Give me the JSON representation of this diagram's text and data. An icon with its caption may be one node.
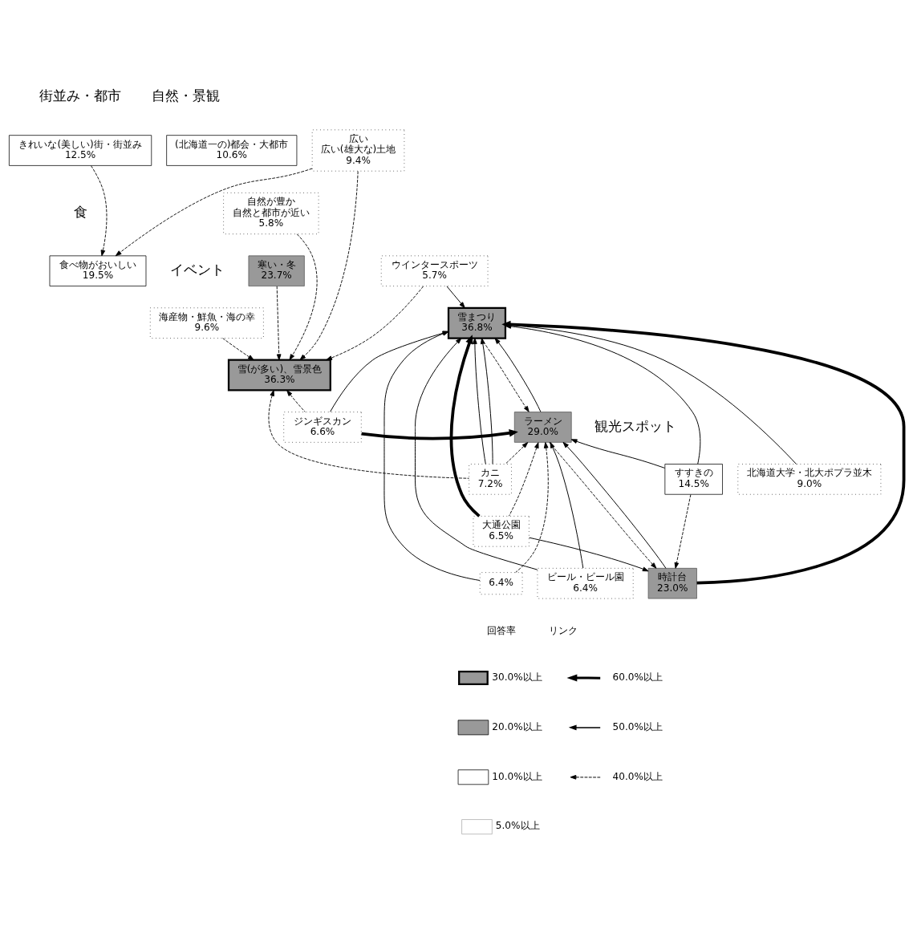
{
  "diagram": {
    "nodes": [
      {
        "text": [
          "きれいな(美しい)街・街並み",
          "12.5%"
        ]
      },
      {
        "text": [
          "(北海道一の)都会・大都市",
          "10.6%"
        ]
      },
      {
        "text": [
          "広い",
          "広い(雄大な)土地",
          "9.4%"
        ]
      },
      {
        "text": [
          "自然が豊か",
          "自然と都市が近い",
          "5.8%"
        ]
      },
      {
        "text": [
          "食べ物がおいしい",
          "19.5%"
        ]
      },
      {
        "text": [
          "寒い・冬",
          "23.7%"
        ]
      },
      {
        "text": [
          "ウインタースポーツ",
          "5.7%"
        ]
      },
      {
        "text": [
          "海産物・鮮魚・海の幸",
          "9.6%"
        ]
      },
      {
        "text": [
          "雪まつり",
          "36.8%"
        ]
      },
      {
        "text": [
          "雪(が多い)、雪景色",
          "36.3%"
        ]
      },
      {
        "text": [
          "ジンギスカン",
          "6.6%"
        ]
      },
      {
        "text": [
          "ラーメン",
          "29.0%"
        ]
      },
      {
        "text": [
          "すすきの",
          "14.5%"
        ]
      },
      {
        "text": [
          "北海道大学・北大ポプラ並木",
          "9.0%"
        ]
      },
      {
        "text": [
          "カニ",
          "7.2%"
        ]
      },
      {
        "text": [
          "大通公園",
          "6.5%"
        ]
      },
      {
        "text": [
          "6.4%"
        ]
      },
      {
        "text": [
          "ビール・ビール園",
          "6.4%"
        ]
      },
      {
        "text": [
          "時計台",
          "23.0%"
        ]
      }
    ],
    "edges": [
      {
        "from": 0,
        "to": 4,
        "arrow": "to",
        "style": "dashed"
      },
      {
        "from": 2,
        "to": 4,
        "arrow": "to",
        "style": "dashed"
      },
      {
        "from": 7,
        "to": 9,
        "arrow": "to",
        "style": "dashed"
      },
      {
        "from": 3,
        "to": 9,
        "arrow": "to",
        "style": "dashed"
      },
      {
        "from": 6,
        "to": 8,
        "arrow": "to"
      },
      {
        "from": 5,
        "to": 9,
        "arrow": "to",
        "style": "dashed"
      },
      {
        "from": 2,
        "to": 9,
        "arrow": "to",
        "style": "dashed"
      },
      {
        "from": 6,
        "to": 9,
        "arrow": "to",
        "style": "dashed"
      },
      {
        "from": 10,
        "to": 9,
        "arrow": "to",
        "style": "dashed"
      },
      {
        "from": 13,
        "to": 8,
        "arrow": "to"
      },
      {
        "from": 15,
        "to": 8,
        "arrow": "to",
        "style": "thick"
      },
      {
        "from": 18,
        "to": 8,
        "arrow": "to",
        "style": "thick"
      },
      {
        "from": 10,
        "to": 11,
        "arrow": "to",
        "style": "thick"
      },
      {
        "from": 10,
        "to": 8,
        "arrow": "to"
      },
      {
        "from": 14,
        "to": 8,
        "arrow": "to"
      },
      {
        "from": 14,
        "to": 8,
        "arrow": "to"
      },
      {
        "from": 11,
        "to": 8,
        "arrow": "to"
      },
      {
        "from": 8,
        "to": 11,
        "arrow": "to",
        "style": "dashed"
      },
      {
        "from": 16,
        "to": 8,
        "arrow": "to"
      },
      {
        "from": 16,
        "to": 11,
        "arrow": "to",
        "style": "dashed"
      },
      {
        "from": 17,
        "to": 11,
        "arrow": "to"
      },
      {
        "from": 17,
        "to": 8,
        "arrow": "to"
      },
      {
        "from": 14,
        "to": 11,
        "arrow": "to",
        "style": "dashed"
      },
      {
        "from": 14,
        "to": 9,
        "arrow": "to",
        "style": "dashed"
      },
      {
        "from": 12,
        "to": 11,
        "arrow": "to"
      },
      {
        "from": 12,
        "to": 8,
        "arrow": "to"
      },
      {
        "from": 12,
        "to": 18,
        "arrow": "to",
        "style": "dashed"
      },
      {
        "from": 18,
        "to": 11,
        "arrow": "to"
      },
      {
        "from": 11,
        "to": 18,
        "arrow": "to",
        "style": "dashed"
      },
      {
        "from": 15,
        "to": 11,
        "arrow": "to",
        "style": "dashed"
      },
      {
        "from": 15,
        "to": 18,
        "arrow": "to"
      }
    ],
    "labels": [
      "街並み・都市",
      "自然・景観",
      "食",
      "イベント",
      "観光スポット",
      "回答率",
      "リンク"
    ],
    "legend": [
      {
        "text": "30.0%以上",
        "color": "#999999"
      },
      {
        "text": "20.0%以上",
        "color": "#999999"
      },
      {
        "text": "10.0%以上",
        "color": "#ffffff"
      },
      {
        "text": "5.0%以上"
      },
      {
        "text": "60.0%以上"
      },
      {
        "text": "50.0%以上"
      },
      {
        "text": "40.0%以上"
      }
    ]
  }
}
